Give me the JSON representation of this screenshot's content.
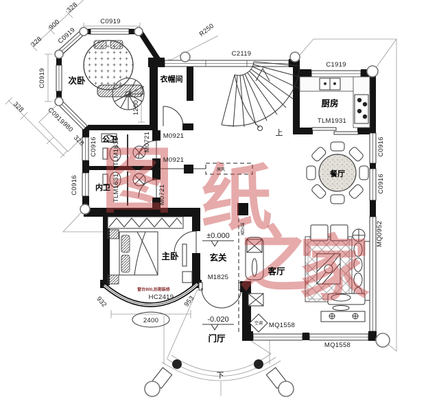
{
  "watermark": {
    "text": "图纸之家",
    "chars": [
      "图",
      "纸",
      "之",
      "家"
    ],
    "color": "#c84040"
  },
  "rooms": {
    "secondary_bedroom": "次卧",
    "cloakroom": "衣帽间",
    "kitchen": "厨房",
    "dining": "餐厅",
    "public_bath": "公卫",
    "private_bath": "内卫",
    "master_bedroom": "主卧",
    "entry_hall": "玄关",
    "living_room": "客厅",
    "foyer": "门厅"
  },
  "openings": {
    "c0919": "C0919",
    "c2119": "C2119",
    "c1919": "C1919",
    "c0916": "C0916",
    "tlm1931": "TLM1931",
    "tlm1631": "TLM1631",
    "m0921": "M0921",
    "m0721": "M0721",
    "m1825": "M1825",
    "hc2419": "HC2419",
    "mq1558": "MQ1558",
    "mq0952": "MQ0952",
    "r250": "R250"
  },
  "dimensions": {
    "d328": "328",
    "d900": "900",
    "d980": "980",
    "d1200": "1200",
    "d2400": "2400",
    "d932": "932",
    "d953": "953"
  },
  "levels": {
    "ground": "±0.000",
    "foyer": "-0.020"
  },
  "annotations": {
    "up": "上",
    "down": "下",
    "screen": "屏风",
    "shelf": "博古架",
    "ac": "空调",
    "sill_note": "窗台900,后期装修"
  }
}
